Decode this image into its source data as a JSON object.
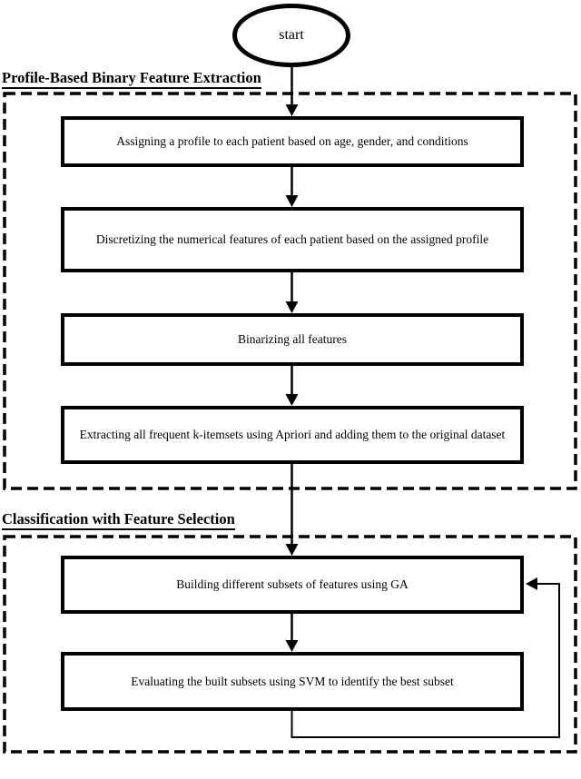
{
  "diagram": {
    "start_label": "start",
    "sections": [
      {
        "title": "Profile-Based Binary Feature Extraction",
        "steps": [
          "Assigning a profile to each patient based on age, gender, and conditions",
          "Discretizing the numerical features of each patient based on the assigned profile",
          "Binarizing all features",
          "Extracting all frequent k-itemsets using Apriori and adding them to the original dataset"
        ]
      },
      {
        "title": "Classification with Feature Selection",
        "steps": [
          "Building different subsets of features using GA",
          "Evaluating the built subsets using SVM to identify the best subset"
        ]
      }
    ],
    "colors": {
      "ink": "#000000",
      "background": "#ffffff"
    }
  }
}
